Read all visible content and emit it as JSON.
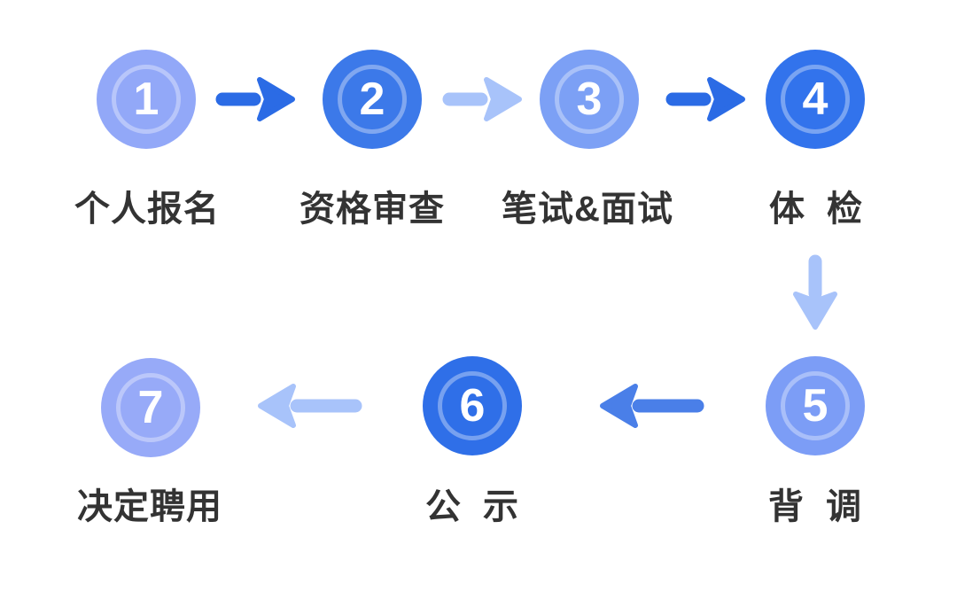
{
  "steps": [
    {
      "number": "1",
      "label": "个人报名",
      "circle_color": "#92a8f8"
    },
    {
      "number": "2",
      "label": "资格审查",
      "circle_color": "#3c79e9"
    },
    {
      "number": "3",
      "label": "笔试&面试",
      "circle_color": "#7ca0f5"
    },
    {
      "number": "4",
      "label": "体 检",
      "circle_color": "#3273ec"
    },
    {
      "number": "5",
      "label": "背 调",
      "circle_color": "#7c9df6"
    },
    {
      "number": "6",
      "label": "公 示",
      "circle_color": "#2f6fe8"
    },
    {
      "number": "7",
      "label": "决定聘用",
      "circle_color": "#97aaf8"
    }
  ],
  "arrows": [
    {
      "from": "1",
      "to": "2",
      "direction": "right",
      "color": "#2b6be5"
    },
    {
      "from": "2",
      "to": "3",
      "direction": "right",
      "color": "#a8c3fa"
    },
    {
      "from": "3",
      "to": "4",
      "direction": "right",
      "color": "#2b6be5"
    },
    {
      "from": "4",
      "to": "5",
      "direction": "down",
      "color": "#a8c3fa"
    },
    {
      "from": "5",
      "to": "6",
      "direction": "left",
      "color": "#4a7fe8"
    },
    {
      "from": "6",
      "to": "7",
      "direction": "left",
      "color": "#a8c3fa"
    }
  ],
  "colors": {
    "background": "#ffffff",
    "label_text": "#333333",
    "number_text": "#ffffff",
    "circle_ring": "rgba(255,255,255,0.35)"
  }
}
